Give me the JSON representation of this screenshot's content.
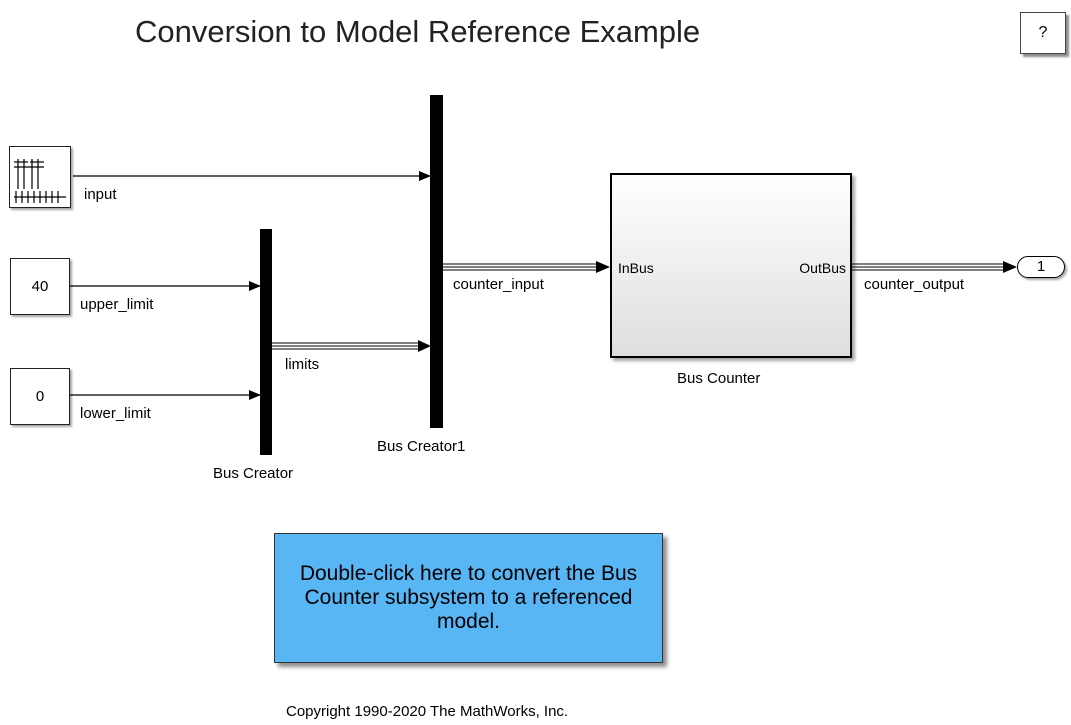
{
  "title": "Conversion to Model Reference Example",
  "help_button": "?",
  "blocks": {
    "constant_upper": "40",
    "constant_lower": "0",
    "bus_creator": "Bus Creator",
    "bus_creator1": "Bus Creator1",
    "bus_counter": "Bus Counter",
    "bus_counter_in_port": "InBus",
    "bus_counter_out_port": "OutBus",
    "outport_number": "1"
  },
  "signals": {
    "input": "input",
    "upper_limit": "upper_limit",
    "lower_limit": "lower_limit",
    "limits": "limits",
    "counter_input": "counter_input",
    "counter_output": "counter_output"
  },
  "annotation": "Double-click here to convert the Bus Counter subsystem to a referenced model.",
  "copyright": "Copyright 1990-2020 The MathWorks, Inc.",
  "colors": {
    "annotation_fill": "#58b6f5",
    "canvas_background": "#ffffff",
    "block_border": "#000000"
  }
}
